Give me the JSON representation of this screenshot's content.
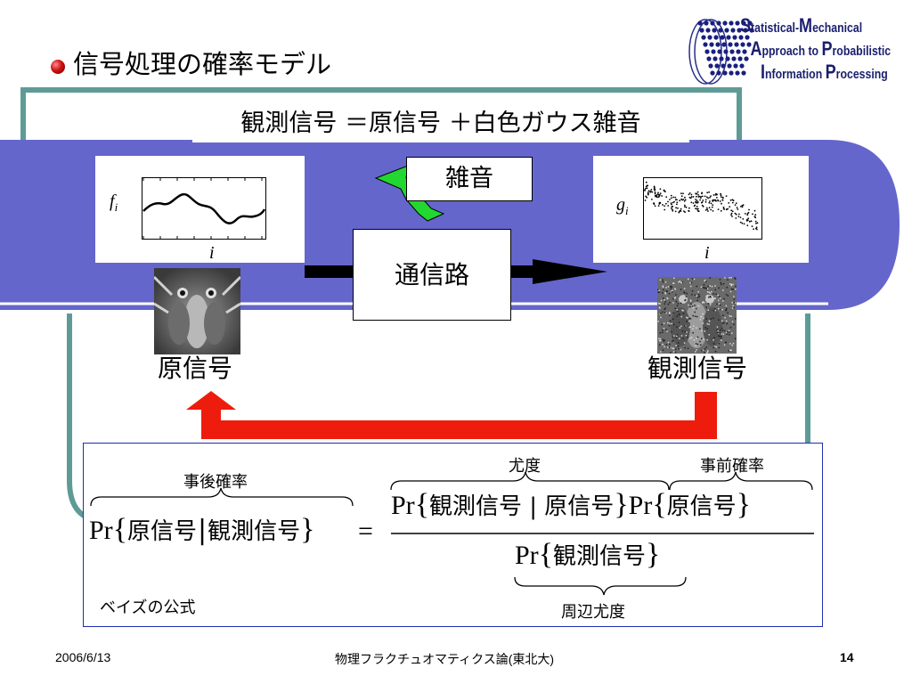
{
  "slide": {
    "title": "信号処理の確率モデル",
    "logo": {
      "lines": [
        {
          "cap1": "S",
          "rest1": "tatistical-",
          "cap2": "M",
          "rest2": "echanical"
        },
        {
          "cap1": "A",
          "rest1": "pproach to ",
          "cap2": "P",
          "rest2": "robabilistic"
        },
        {
          "cap1": "I",
          "rest1": "nformation ",
          "cap2": "P",
          "rest2": "rocessing"
        }
      ]
    },
    "equation_banner": "観測信号 ＝原信号 ＋白色ガウス雑音",
    "original_plot": {
      "ylabel": "f",
      "ysub": "i",
      "xlabel": "i"
    },
    "observed_plot": {
      "ylabel": "g",
      "ysub": "i",
      "xlabel": "i"
    },
    "noise_label": "雑音",
    "channel_label": "通信路",
    "original_label": "原信号",
    "observed_label": "観測信号",
    "formula": {
      "posterior_label": "事後確率",
      "likelihood_label": "尤度",
      "prior_label": "事前確率",
      "marginal_label": "周辺尤度",
      "bayes_label": "ベイズの公式",
      "pr": "Pr",
      "lhs_a": "原信号",
      "lhs_b": "観測信号",
      "num_a": "観測信号 | 原信号",
      "num_b": "原信号",
      "den": "観測信号",
      "equals": "="
    },
    "footer": {
      "date": "2006/6/13",
      "center": "物理フラクチュオマティクス論(東北大)",
      "page": "14"
    }
  },
  "colors": {
    "band": "#6466cc",
    "frame": "#5e9b96",
    "arrow_red": "#ee1c0c",
    "noise_green": "#22d830",
    "formula_border": "#1d2fae"
  }
}
